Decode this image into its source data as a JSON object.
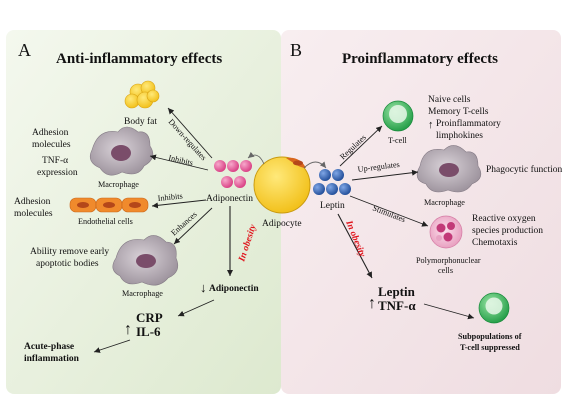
{
  "panel_a": {
    "letter": "A",
    "title": "Anti-inflammatory effects",
    "body_fat": "Body fat",
    "down_regulates": "Down-regulates",
    "adhesion_molecules_1": "Adhesion",
    "adhesion_molecules_2": "molecules",
    "tnf_expression_1": "TNF-α",
    "tnf_expression_2": "expression",
    "inhibits_1": "Inhibits",
    "macrophage_1": "Macrophage",
    "adhesion_molecules_b1": "Adhesion",
    "adhesion_molecules_b2": "molecules",
    "inhibits_2": "Inhibits",
    "endothelial_cells": "Endothelial cells",
    "adiponectin": "Adiponectin",
    "enhances": "Enhances",
    "ability_1": "Ability remove early",
    "ability_2": "apoptotic bodies",
    "macrophage_2": "Macrophage",
    "in_obesity": "In obesity",
    "down_arrow": "↓",
    "adiponectin_low": "Adiponectin",
    "up_arrow": "↑",
    "crp": "CRP",
    "il6": "IL-6",
    "acute_1": "Acute-phase",
    "acute_2": "inflammation"
  },
  "center": {
    "adipocyte": "Adipocyte"
  },
  "panel_b": {
    "letter": "B",
    "title": "Proinflammatory effects",
    "regulates": "Regulates",
    "tcell": "T-cell",
    "naive": "Naive cells",
    "memory": "Memory T-cells",
    "proinf_1": "Proinflammatory",
    "proinf_2": "limphokines",
    "up_regulates": "Up-regulates",
    "macrophage": "Macrophage",
    "phagocytic": "Phagocytic function",
    "leptin": "Leptin",
    "stimulates": "Stimulates",
    "ros_1": "Reactive oxygen",
    "ros_2": "species production",
    "chemotaxis": "Chemotaxis",
    "pmn_1": "Polymorphonuclear",
    "pmn_2": "cells",
    "in_obesity": "In obesity",
    "up_arrow": "↑",
    "leptin_high": "Leptin",
    "tnf_high": "TNF-α",
    "suppressed_1": "Subpopulations of",
    "suppressed_2": "T-cell suppressed"
  },
  "colors": {
    "panel_a_bg": "#e9f1df",
    "panel_b_bg": "#f3e4e7",
    "adiponectin_cell": "#e0508f",
    "leptin_cell": "#2e5ea8",
    "tcell_green": "#2fae4f",
    "adipocyte_yellow": "#f7cf2c",
    "in_obesity_red": "#e0141c"
  }
}
